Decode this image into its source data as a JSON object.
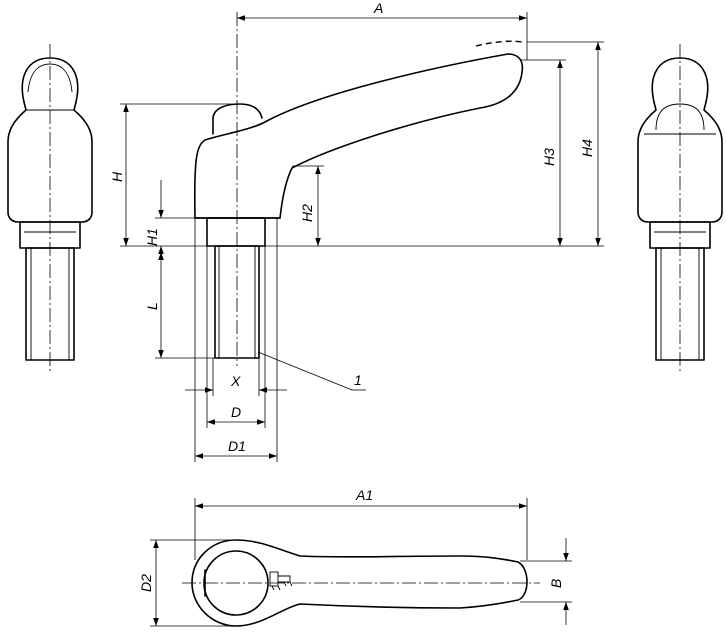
{
  "labels": {
    "A": "A",
    "A1": "A1",
    "H": "H",
    "H1": "H1",
    "H2": "H2",
    "H3": "H3",
    "H4": "H4",
    "L": "L",
    "X": "X",
    "D": "D",
    "D1": "D1",
    "D2": "D2",
    "B": "B",
    "callout": "1"
  }
}
